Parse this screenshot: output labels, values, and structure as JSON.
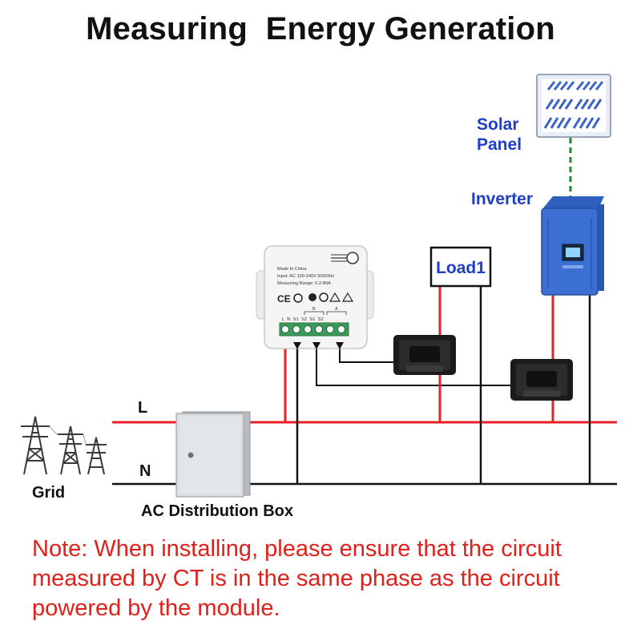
{
  "title": "Measuring  Energy Generation",
  "labels": {
    "solar_panel_line1": "Solar",
    "solar_panel_line2": "Panel",
    "inverter": "Inverter",
    "load": "Load1",
    "line_l": "L",
    "line_n": "N",
    "grid": "Grid",
    "distribution_box": "AC Distribution Box"
  },
  "module": {
    "made_in": "Made In China",
    "input": "Input: AC 100-240V 50/60Hz",
    "range": "Measuring Range: 0.2-80A",
    "cert_ce": "CE",
    "terminal_b": "B",
    "terminal_a": "A",
    "terminal_labels": "L  N  S1  S2  S1  S2"
  },
  "note": {
    "label": "Note:",
    "text": " When installing, please ensure that the circuit measured by CT is in the same phase as the circuit powered by the module."
  },
  "colors": {
    "live_wire": "#e8202a",
    "neutral_wire": "#111111",
    "pv_link": "#1f8a2e",
    "label_blue": "#1f3ec8",
    "inverter_body": "#3b6fd1",
    "note_red": "#e0201a"
  }
}
